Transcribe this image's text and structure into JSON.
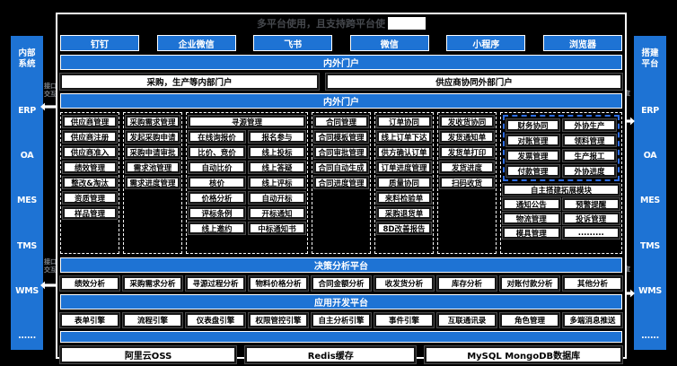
{
  "colors": {
    "blue": "#1e73d4",
    "dashed_blue": "#2e6de2"
  },
  "title": {
    "text": "多平台使用，且支持跨平台使"
  },
  "apps": {
    "items": [
      "钉钉",
      "企业微信",
      "飞书",
      "微信",
      "小程序",
      "浏览器"
    ]
  },
  "portal": {
    "header": "内外门户",
    "internal": "采购，生产等内部门户",
    "external": "供应商协同外部门户",
    "header2": "内外门户"
  },
  "sidebar_left": {
    "title": "内部系统",
    "items": [
      "ERP",
      "OA",
      "MES",
      "TMS",
      "WMS",
      "......"
    ]
  },
  "sidebar_right": {
    "title": "搭建平台",
    "items": [
      "ERP",
      "OA",
      "MES",
      "TMS",
      "WMS",
      "......"
    ]
  },
  "connectors": {
    "left_label": "接口交互",
    "right_label": "调度用"
  },
  "groups": {
    "supplier": {
      "items": [
        "供应商管理",
        "供应商注册",
        "供应商准入",
        "绩效管理",
        "整改&淘汰",
        "资质管理",
        "样品管理"
      ]
    },
    "demand": {
      "items": [
        "采购需求管理",
        "发起采购申请",
        "采购申请审批",
        "需求池管理",
        "需求进度管理"
      ]
    },
    "sourcing": {
      "header": "寻源管理",
      "left": [
        "在线询报价",
        "比价、竞价",
        "自动比价",
        "核价",
        "价格分析",
        "评标条例",
        "线上邀约"
      ],
      "right": [
        "报名参与",
        "线上投标",
        "线上答疑",
        "线上评标",
        "自动开标",
        "开标通知",
        "中标通知书"
      ]
    },
    "contract": {
      "items": [
        "合同管理",
        "合同模板管理",
        "合同审批管理",
        "合同自动生成",
        "合同进度管理"
      ]
    },
    "order": {
      "items": [
        "订单协同",
        "线上订单下达",
        "供方确认订单",
        "订单进度管理",
        "质量协同",
        "来料检验单",
        "采购退货单",
        "8D改善报告"
      ]
    },
    "shipping": {
      "items": [
        "发收货协同",
        "发货通知单",
        "发货单打印",
        "发货进度",
        "扫码收货"
      ]
    },
    "finance_outsource": {
      "left": [
        "财务协同",
        "对账管理",
        "发票管理",
        "付款管理"
      ],
      "right": [
        "外协生产",
        "领料管理",
        "生产报工",
        "外协进度"
      ]
    },
    "extension": {
      "span": "自主搭建拓展模块",
      "left": [
        "通知公告",
        "物流管理",
        "模具管理"
      ],
      "right": [
        "预警提醒",
        "投诉管理",
        "........."
      ]
    }
  },
  "decision": {
    "header": "决策分析平台",
    "items": [
      "绩效分析",
      "采购需求分析",
      "寻源过程分析",
      "物料价格分析",
      "合同金额分析",
      "收发货分析",
      "库存分析",
      "对账付款分析",
      "其他分析"
    ]
  },
  "devplat": {
    "header": "应用开发平台",
    "items": [
      "表单引擎",
      "流程引擎",
      "仪表盘引擎",
      "权限管控引擎",
      "自主分析引擎",
      "事件引擎",
      "互联通讯录",
      "角色管理",
      "多端消息推送"
    ]
  },
  "storage": {
    "items": [
      "阿里云OSS",
      "Redis缓存",
      "MySQL MongoDB数据库"
    ]
  }
}
